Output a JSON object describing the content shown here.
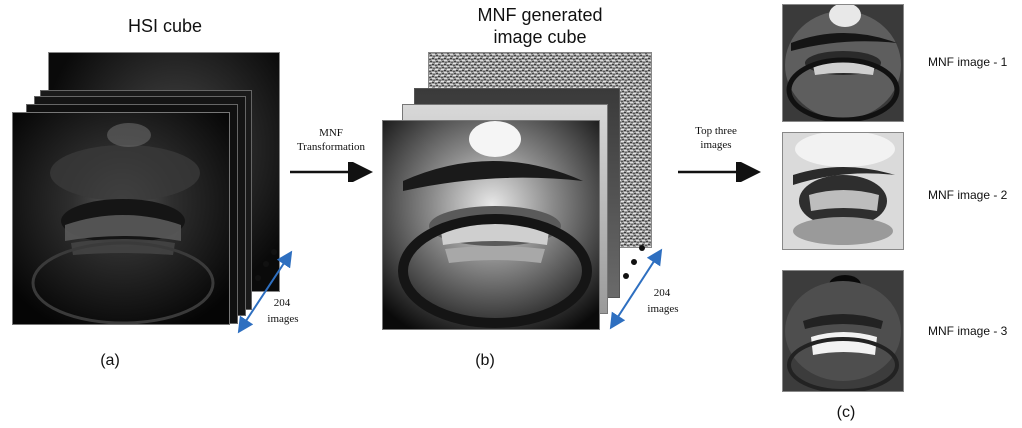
{
  "panel_a": {
    "title": "HSI cube",
    "count": "204",
    "count_unit": "images",
    "label": "(a)"
  },
  "arrow1": {
    "line1": "MNF",
    "line2": "Transformation"
  },
  "panel_b": {
    "title_line1": "MNF generated",
    "title_line2": "image cube",
    "count": "204",
    "count_unit": "images",
    "label": "(b)"
  },
  "arrow2": {
    "line1": "Top three",
    "line2": "images"
  },
  "panel_c": {
    "label": "(c)",
    "images": [
      {
        "label": "MNF image - 1"
      },
      {
        "label": "MNF image - 2"
      },
      {
        "label": "MNF image - 3"
      }
    ]
  },
  "colors": {
    "double_arrow": "#2e6fc0",
    "arrow": "#111111",
    "frame_border": "#888888"
  }
}
